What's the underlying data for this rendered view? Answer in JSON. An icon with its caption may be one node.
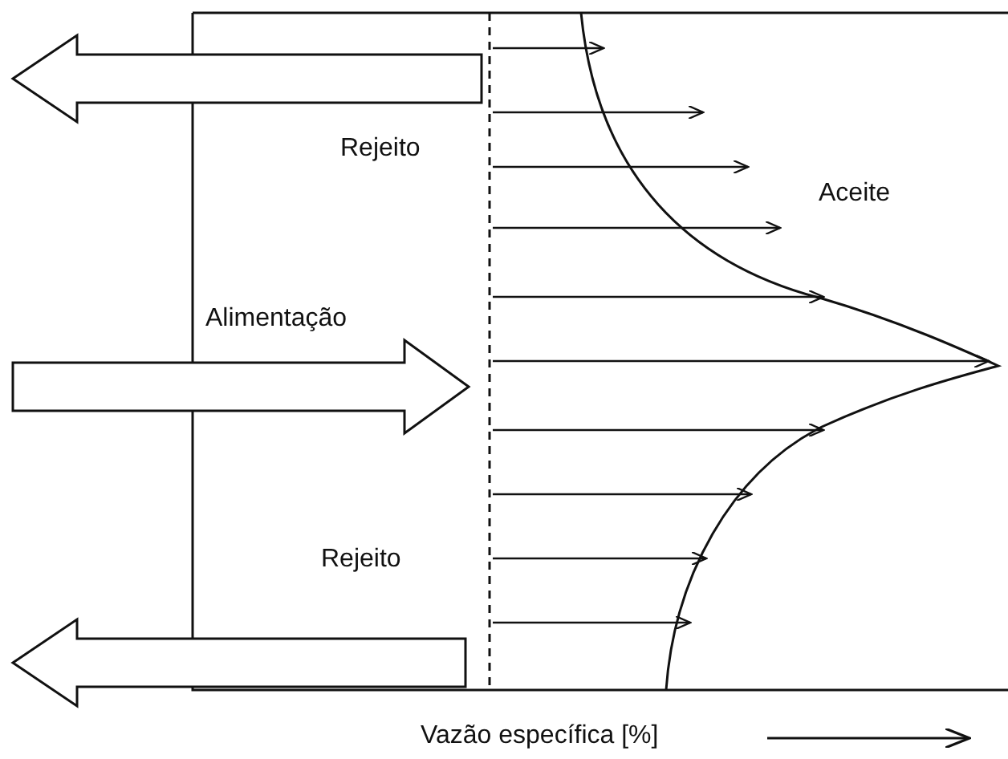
{
  "diagram": {
    "labels": [
      "Rejeito",
      "Aceite",
      "Alimentação",
      "Rejeito",
      "Vazão específica [%]"
    ]
  }
}
